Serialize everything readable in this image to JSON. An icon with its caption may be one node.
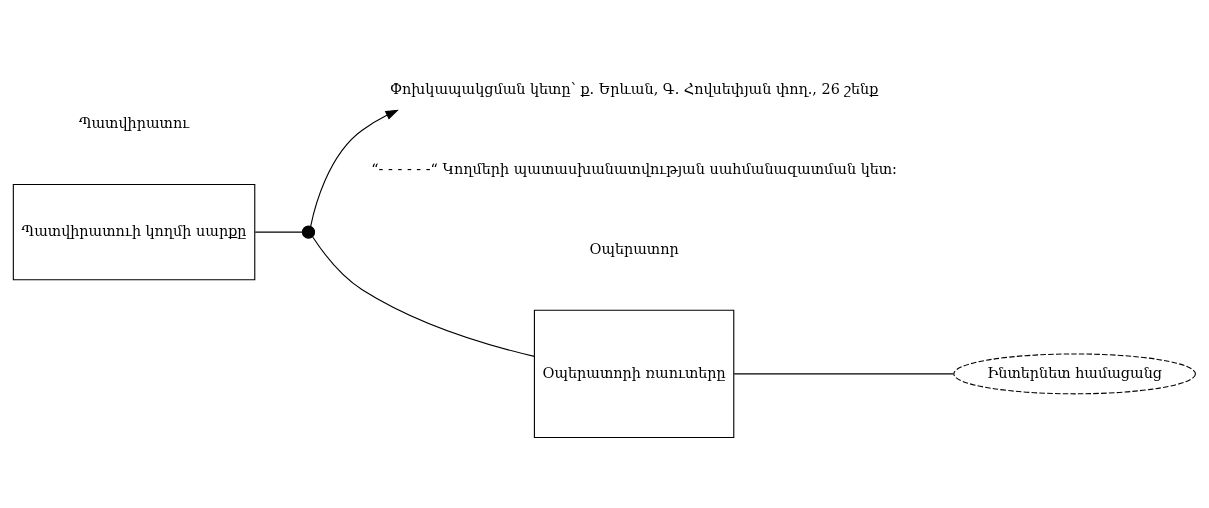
{
  "diagram": {
    "nodes": [
      {
        "text": [
          "Պատվիրատուի կողմի սարքը"
        ]
      },
      {
        "text": [],
        "shape": "circle"
      },
      {
        "text": [
          "Օպերատորի ռաուտերը"
        ]
      },
      {
        "text": [
          "Ինտերնետ համացանց"
        ]
      },
      {
        "text": [
          "Փոխկապակցման կետը՝ ք. Երևան, Գ. Հովսեփյան փող., 26 շենք"
        ]
      }
    ],
    "edges": [
      {
        "from": 0,
        "to": 1,
        "arrow": "none"
      },
      {
        "from": 1,
        "to": 2,
        "arrow": "none"
      },
      {
        "from": 2,
        "to": 3,
        "arrow": "none"
      },
      {
        "from": 1,
        "to": 4,
        "arrow": "to"
      }
    ],
    "labels": [
      "Պատվիրատու",
      "Օպերատոր",
      "“- - - - - -“ Կողմերի պատասխանատվության սահմանազատման կետ:"
    ]
  }
}
